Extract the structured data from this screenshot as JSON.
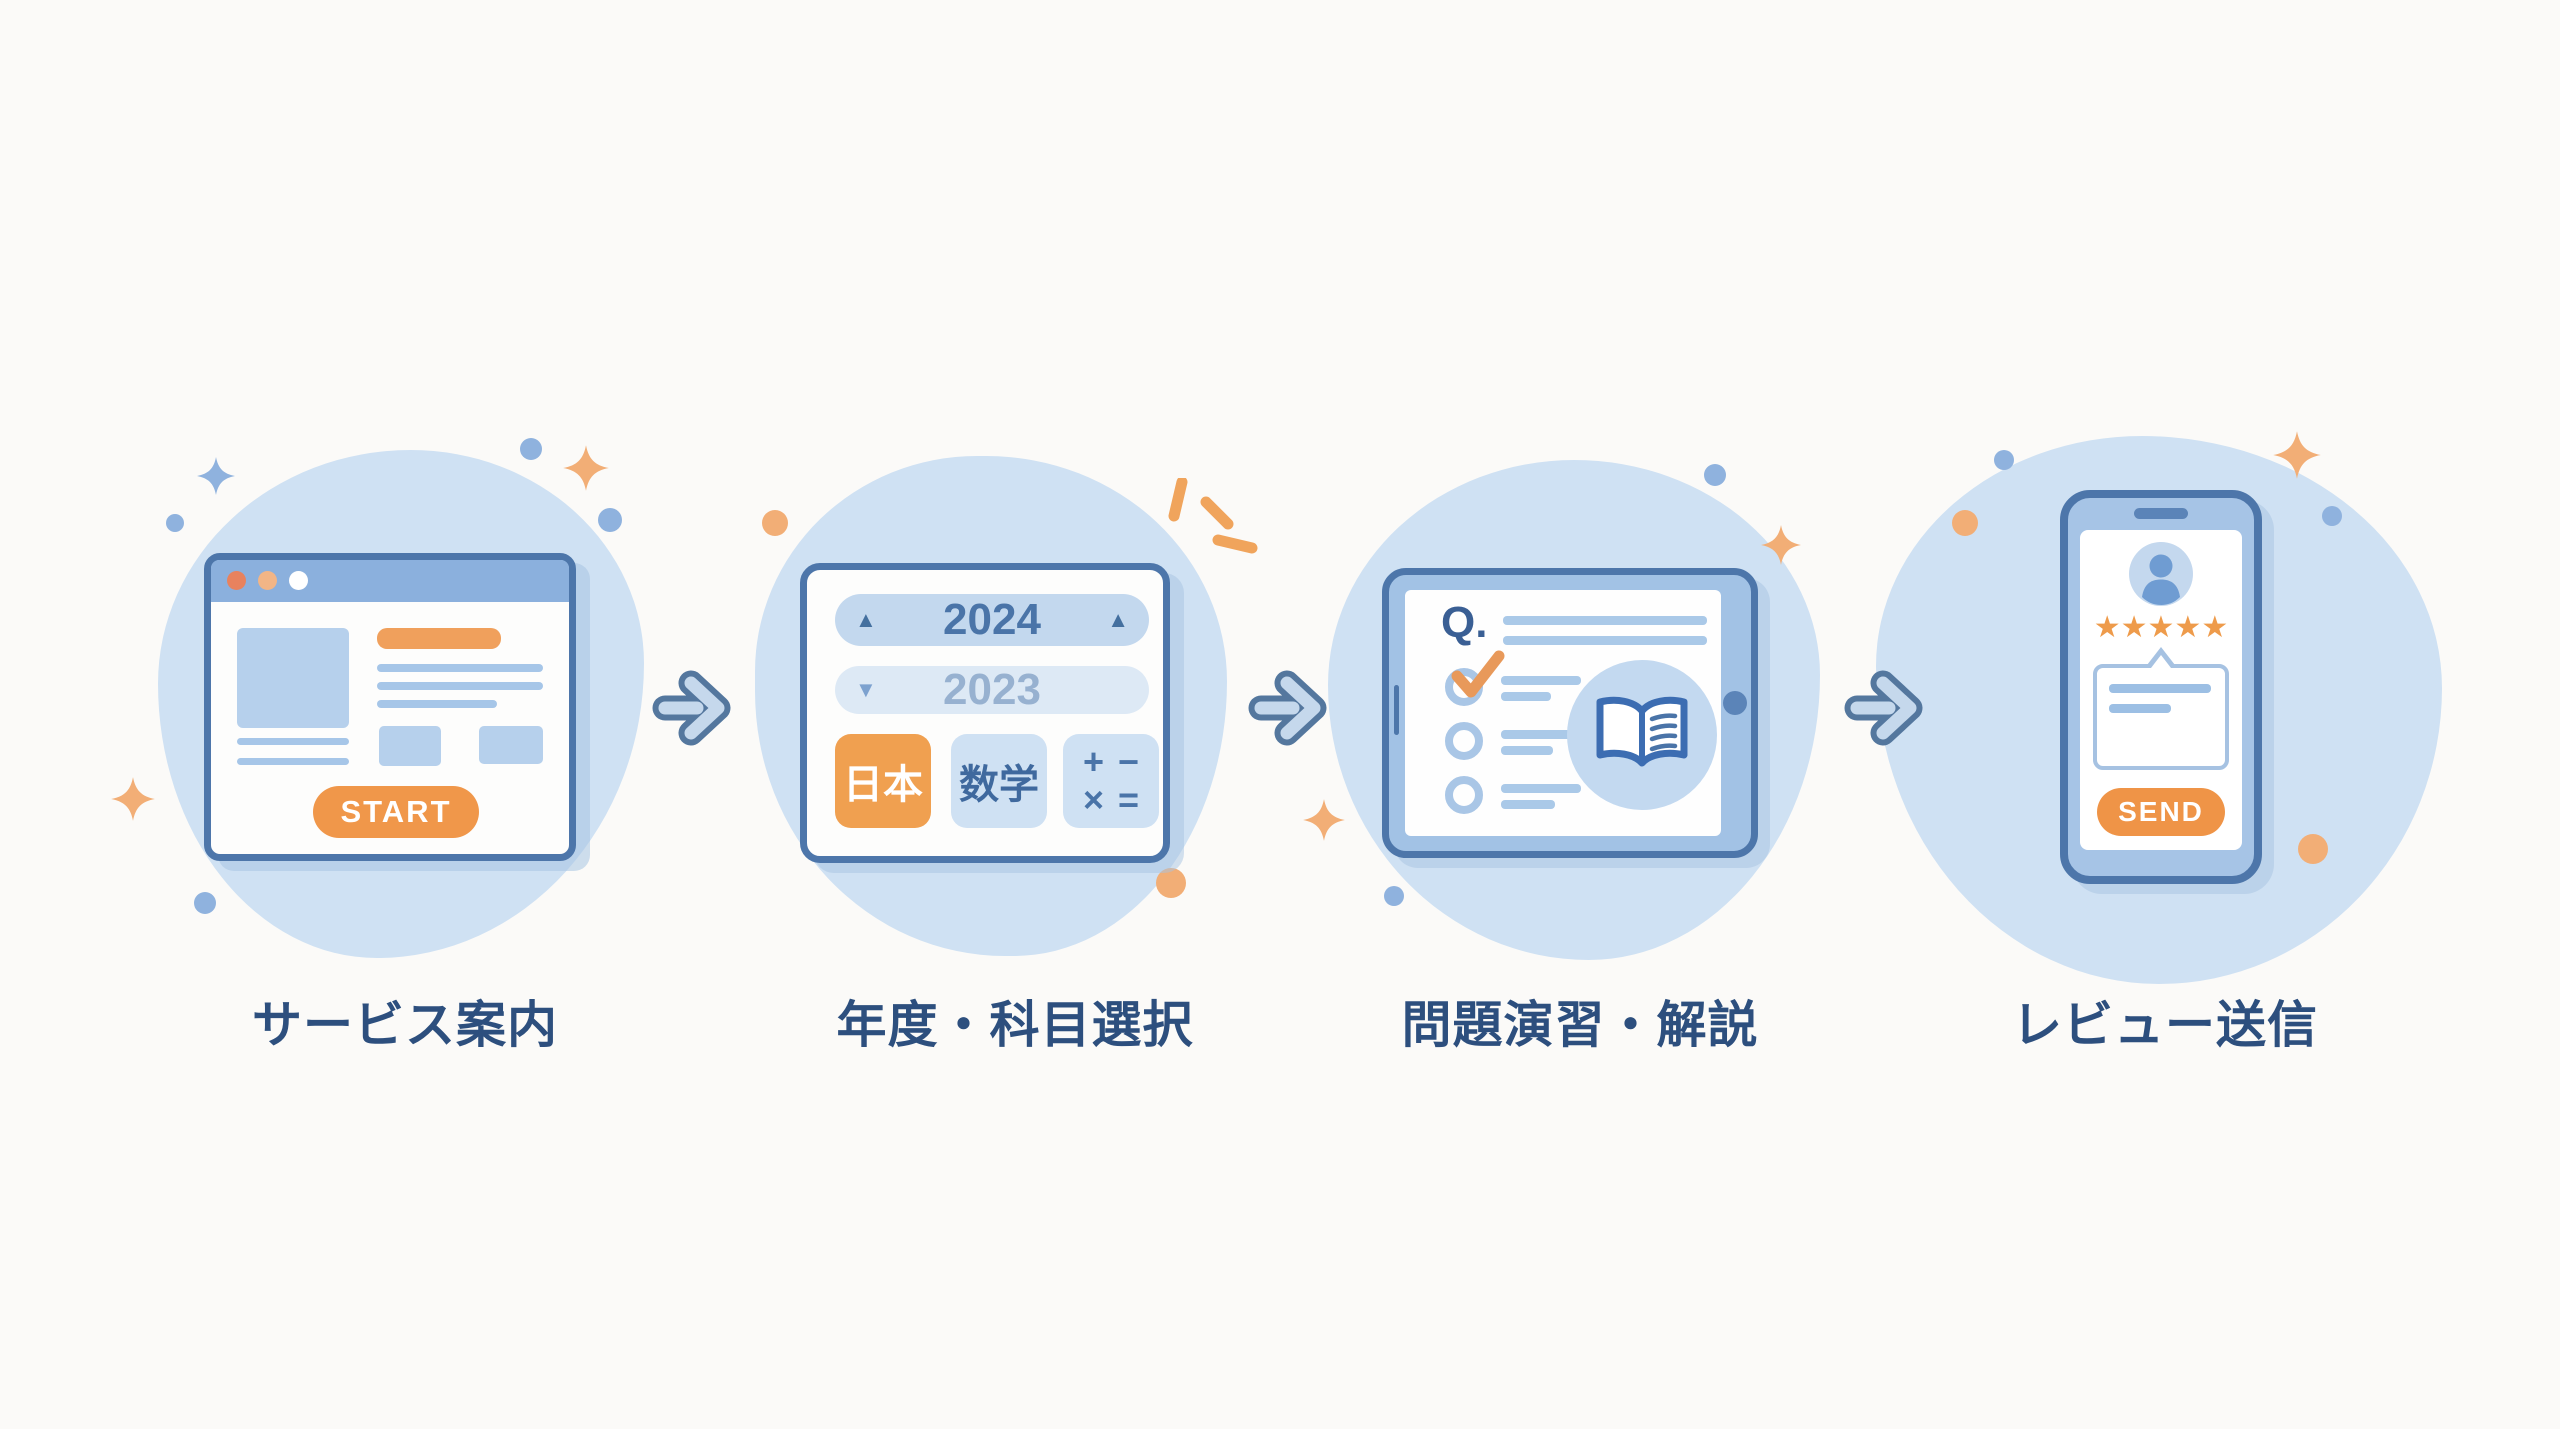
{
  "title": "service-flow-illustration",
  "colors": {
    "background": "#fbfaf8",
    "blob": "#cfe1f3",
    "device_border": "#4d76aa",
    "accent_orange": "#f0994e",
    "label_navy": "#2d4f7e",
    "arrow_outline": "#54779e",
    "arrow_fill": "#c5d8ec"
  },
  "steps": [
    {
      "label": "サービス案内"
    },
    {
      "label": "年度・科目選択"
    },
    {
      "label": "問題演習・解説"
    },
    {
      "label": "レビュー送信"
    }
  ],
  "browser": {
    "start_button": "START"
  },
  "selector": {
    "year_selected": "2024",
    "year_next": "2023",
    "up_triangle": "▲",
    "down_triangle": "▼",
    "tile_japanese": "日本",
    "tile_math": "数学",
    "calc": {
      "plus": "+",
      "minus": "−",
      "times": "×",
      "equals": "="
    }
  },
  "quiz": {
    "question_prefix": "Q."
  },
  "review": {
    "stars": "★★★★★",
    "send_button": "SEND"
  }
}
